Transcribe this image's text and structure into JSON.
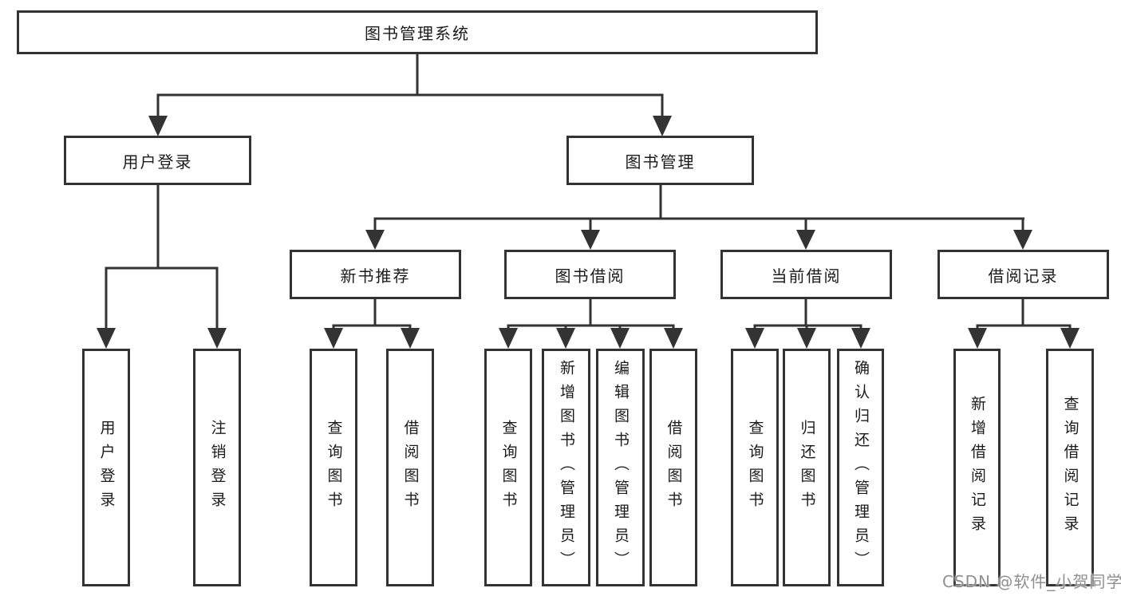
{
  "diagram": {
    "root": {
      "label": "图书管理系统"
    },
    "branches": [
      {
        "label": "用户登录",
        "children": [
          {
            "label": "用户登录"
          },
          {
            "label": "注销登录"
          }
        ]
      },
      {
        "label": "图书管理",
        "children": [
          {
            "label": "新书推荐",
            "children": [
              {
                "label": "查询图书"
              },
              {
                "label": "借阅图书"
              }
            ]
          },
          {
            "label": "图书借阅",
            "children": [
              {
                "label": "查询图书"
              },
              {
                "label": "新增图书（管理员）"
              },
              {
                "label": "编辑图书（管理员）"
              },
              {
                "label": "借阅图书"
              }
            ]
          },
          {
            "label": "当前借阅",
            "children": [
              {
                "label": "查询图书"
              },
              {
                "label": "归还图书"
              },
              {
                "label": "确认归还（管理员）"
              }
            ]
          },
          {
            "label": "借阅记录",
            "children": [
              {
                "label": "新增借阅记录"
              },
              {
                "label": "查询借阅记录"
              }
            ]
          }
        ]
      }
    ],
    "colors": {
      "line": "#333333",
      "box_border": "#333333",
      "box_background": "#ffffff",
      "text": "#1b1b1b",
      "watermark": "#8f8f8f"
    }
  },
  "watermark": {
    "text": "CSDN @软件_小贺同学"
  }
}
